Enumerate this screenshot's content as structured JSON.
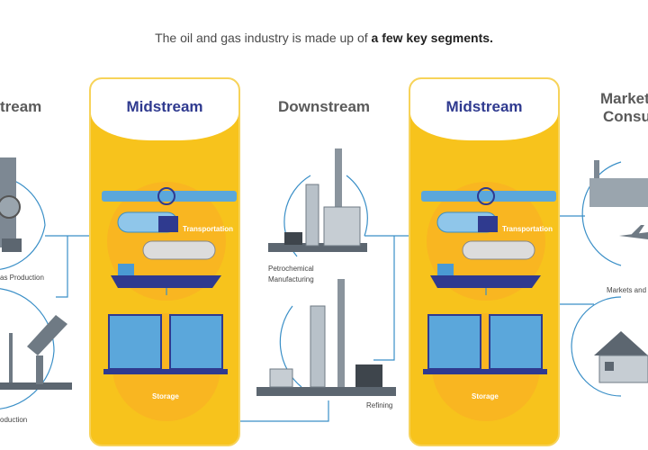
{
  "headline": {
    "prefix": "The oil and gas industry is made up of ",
    "bold": "a few key segments."
  },
  "segments": {
    "upstream": "tream",
    "midstream_1": "Midstream",
    "downstream": "Downstream",
    "midstream_2": "Midstream",
    "markets_line1": "Market",
    "markets_line2": "Consu"
  },
  "labels": {
    "gas_production": "as Production",
    "oil_production": "oduction",
    "transportation_1": "Transportation",
    "storage_1": "Storage",
    "petrochemical_1": "Petrochemical",
    "petrochemical_2": "Manufacturing",
    "refining": "Refining",
    "transportation_2": "Transportation",
    "storage_2": "Storage",
    "markets_and": "Markets and"
  },
  "colors": {
    "panel": "#f7c31c",
    "midstream_title": "#2f3a8f",
    "line": "#3a8fc7",
    "pipe": "#4a9ad4"
  }
}
